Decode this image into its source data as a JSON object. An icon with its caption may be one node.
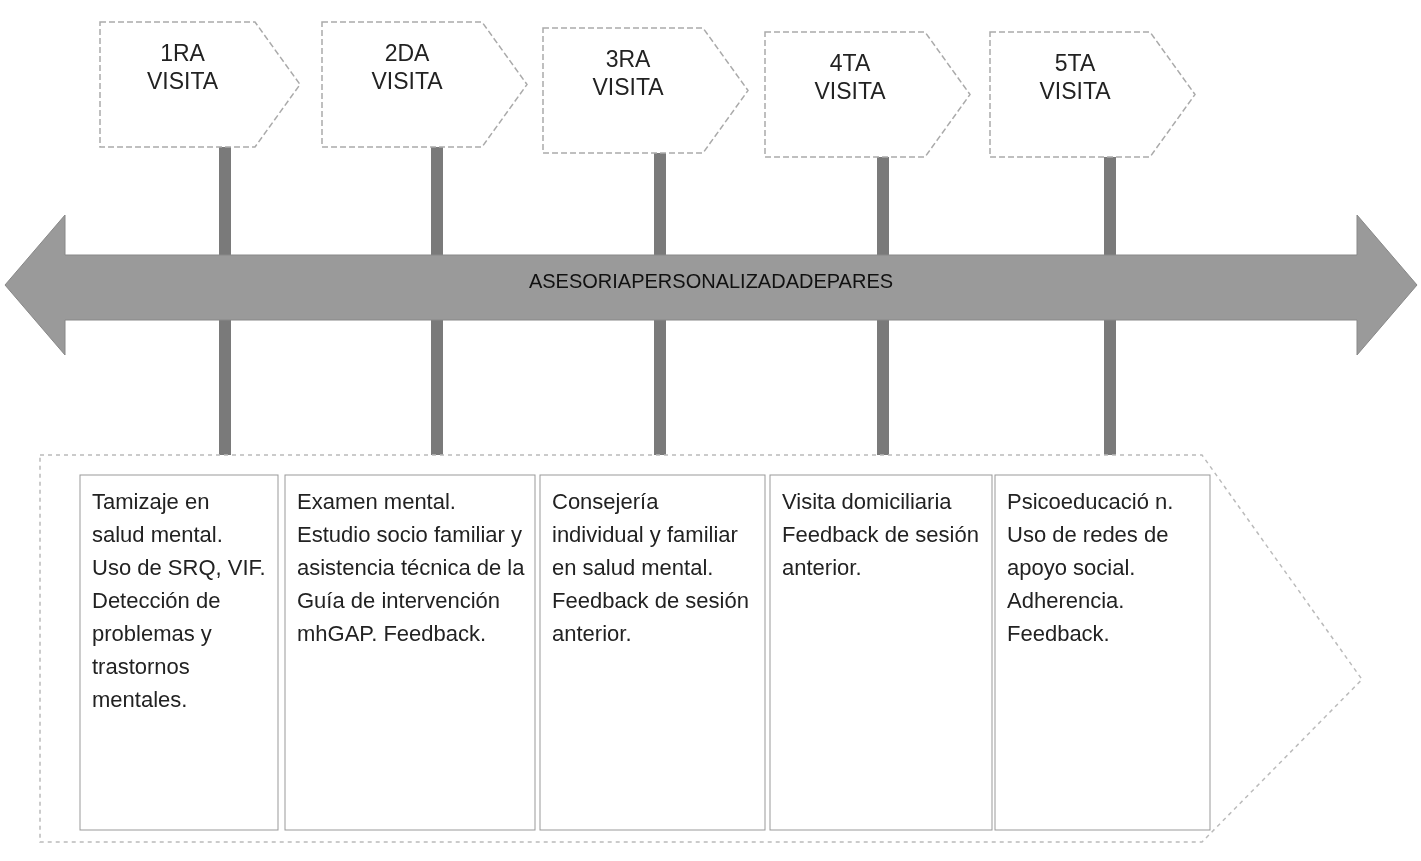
{
  "diagram": {
    "nodes": [
      {
        "text": [
          "1RA VISITA"
        ]
      },
      {
        "text": [
          "2DA VISITA"
        ]
      },
      {
        "text": [
          "3RA VISITA"
        ]
      },
      {
        "text": [
          "4TA VISITA"
        ]
      },
      {
        "text": [
          "5TA VISITA"
        ]
      },
      {
        "text": [
          "ASESORIAPERSONALIZADADEPARES"
        ]
      },
      {
        "text": [],
        "shape": "arrow"
      },
      {
        "text": [
          "Tamizaje en salud mental. Uso de SRQ, VIF. Detección de problemas y trastornos mentales."
        ],
        "in": 6
      },
      {
        "text": [
          "Examen mental. Estudio socio familiar y asistencia técnica de la Guía de intervención mhGAP. Feedback."
        ],
        "in": 6
      },
      {
        "text": [
          "Consejería individual y familiar en salud mental. Feedback de sesión anterior."
        ],
        "in": 6
      },
      {
        "text": [
          "Visita domiciliaria Feedback de sesión anterior."
        ],
        "in": 6
      },
      {
        "text": [
          "Psicoeducació n. Uso de redes de apoyo social. Adherencia. Feedback."
        ],
        "in": 6
      }
    ],
    "edges": [
      {
        "from": 0,
        "to": 5,
        "arrow": "none"
      },
      {
        "from": 1,
        "to": 5,
        "arrow": "none"
      },
      {
        "from": 2,
        "to": 5,
        "arrow": "none"
      },
      {
        "from": 3,
        "to": 5,
        "arrow": "none"
      },
      {
        "from": 4,
        "to": 5,
        "arrow": "none"
      },
      {
        "from": 5,
        "to": 7,
        "arrow": "none"
      },
      {
        "from": 5,
        "to": 8,
        "arrow": "none"
      },
      {
        "from": 5,
        "to": 9,
        "arrow": "none"
      },
      {
        "from": 5,
        "to": 10,
        "arrow": "none"
      },
      {
        "from": 5,
        "to": 11,
        "arrow": "none"
      }
    ]
  }
}
